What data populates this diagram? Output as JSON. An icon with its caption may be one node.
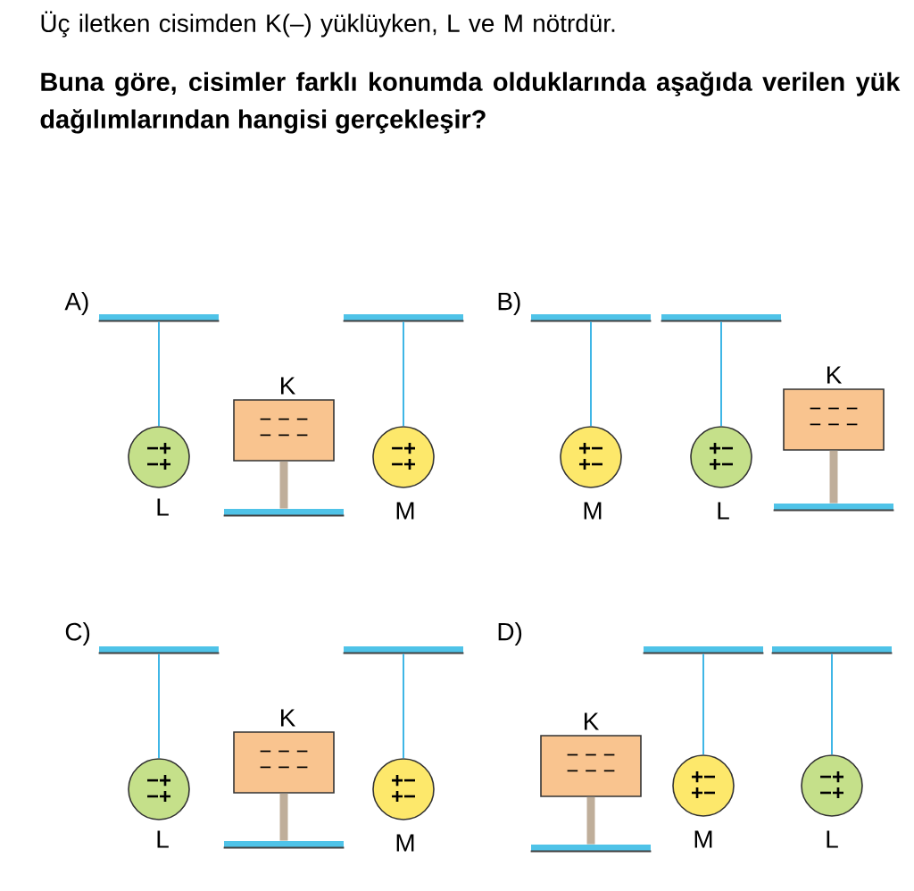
{
  "diagram": {
    "title": "Üç iletken cisimden K(–) yüklüyken, L ve M nötrdür.",
    "caption": "Buna göre, cisimler farklı konumda olduklarında aşağıda verilen yük dağılımlarından hangisi gerçekleşir?",
    "nodes": [
      {
        "text": [],
        "shape": "bar"
      },
      {
        "text": [
          "−+",
          "−+"
        ],
        "beside": [
          "L"
        ]
      },
      {
        "text": [
          "− − −",
          "− − −"
        ],
        "beside": [
          "K"
        ]
      },
      {
        "text": [],
        "shape": "bar"
      },
      {
        "text": [],
        "shape": "bar"
      },
      {
        "text": [
          "−+",
          "−+"
        ],
        "beside": [
          "M"
        ]
      },
      {
        "text": [],
        "shape": "bar"
      },
      {
        "text": [
          "+−",
          "+−"
        ],
        "beside": [
          "M"
        ]
      },
      {
        "text": [],
        "shape": "bar"
      },
      {
        "text": [
          "+−",
          "+−"
        ],
        "beside": [
          "L"
        ]
      },
      {
        "text": [
          "− − −",
          "− − −"
        ],
        "beside": [
          "K"
        ]
      },
      {
        "text": [],
        "shape": "bar"
      },
      {
        "text": [],
        "shape": "bar"
      },
      {
        "text": [
          "−+",
          "−+"
        ],
        "beside": [
          "L"
        ]
      },
      {
        "text": [
          "− − −",
          "− − −"
        ],
        "beside": [
          "K"
        ]
      },
      {
        "text": [],
        "shape": "bar"
      },
      {
        "text": [],
        "shape": "bar"
      },
      {
        "text": [
          "+−",
          "+−"
        ],
        "beside": [
          "M"
        ]
      },
      {
        "text": [
          "− − −",
          "− − −"
        ],
        "beside": [
          "K"
        ]
      },
      {
        "text": [],
        "shape": "bar"
      },
      {
        "text": [],
        "shape": "bar"
      },
      {
        "text": [
          "+−",
          "+−"
        ],
        "beside": [
          "M"
        ]
      },
      {
        "text": [],
        "shape": "bar"
      },
      {
        "text": [
          "−+",
          "−+"
        ],
        "beside": [
          "L"
        ]
      }
    ],
    "edges": [
      {
        "from": 0,
        "to": 1,
        "arrow": "none"
      },
      {
        "from": 2,
        "to": 3,
        "arrow": "none",
        "style": "thick",
        "color": "#bfae9a"
      },
      {
        "from": 4,
        "to": 5,
        "arrow": "none"
      },
      {
        "from": 6,
        "to": 7,
        "arrow": "none"
      },
      {
        "from": 8,
        "to": 9,
        "arrow": "none"
      },
      {
        "from": 10,
        "to": 11,
        "arrow": "none",
        "style": "thick",
        "color": "#bfae9a"
      },
      {
        "from": 12,
        "to": 13,
        "arrow": "none"
      },
      {
        "from": 14,
        "to": 15,
        "arrow": "none",
        "style": "thick",
        "color": "#bfae9a"
      },
      {
        "from": 16,
        "to": 17,
        "arrow": "none"
      },
      {
        "from": 18,
        "to": 19,
        "arrow": "none",
        "style": "thick",
        "color": "#bfae9a"
      },
      {
        "from": 20,
        "to": 21,
        "arrow": "none"
      },
      {
        "from": 22,
        "to": 23,
        "arrow": "none"
      }
    ],
    "labels": [
      "A)",
      "B)",
      "C)",
      "D)"
    ]
  }
}
